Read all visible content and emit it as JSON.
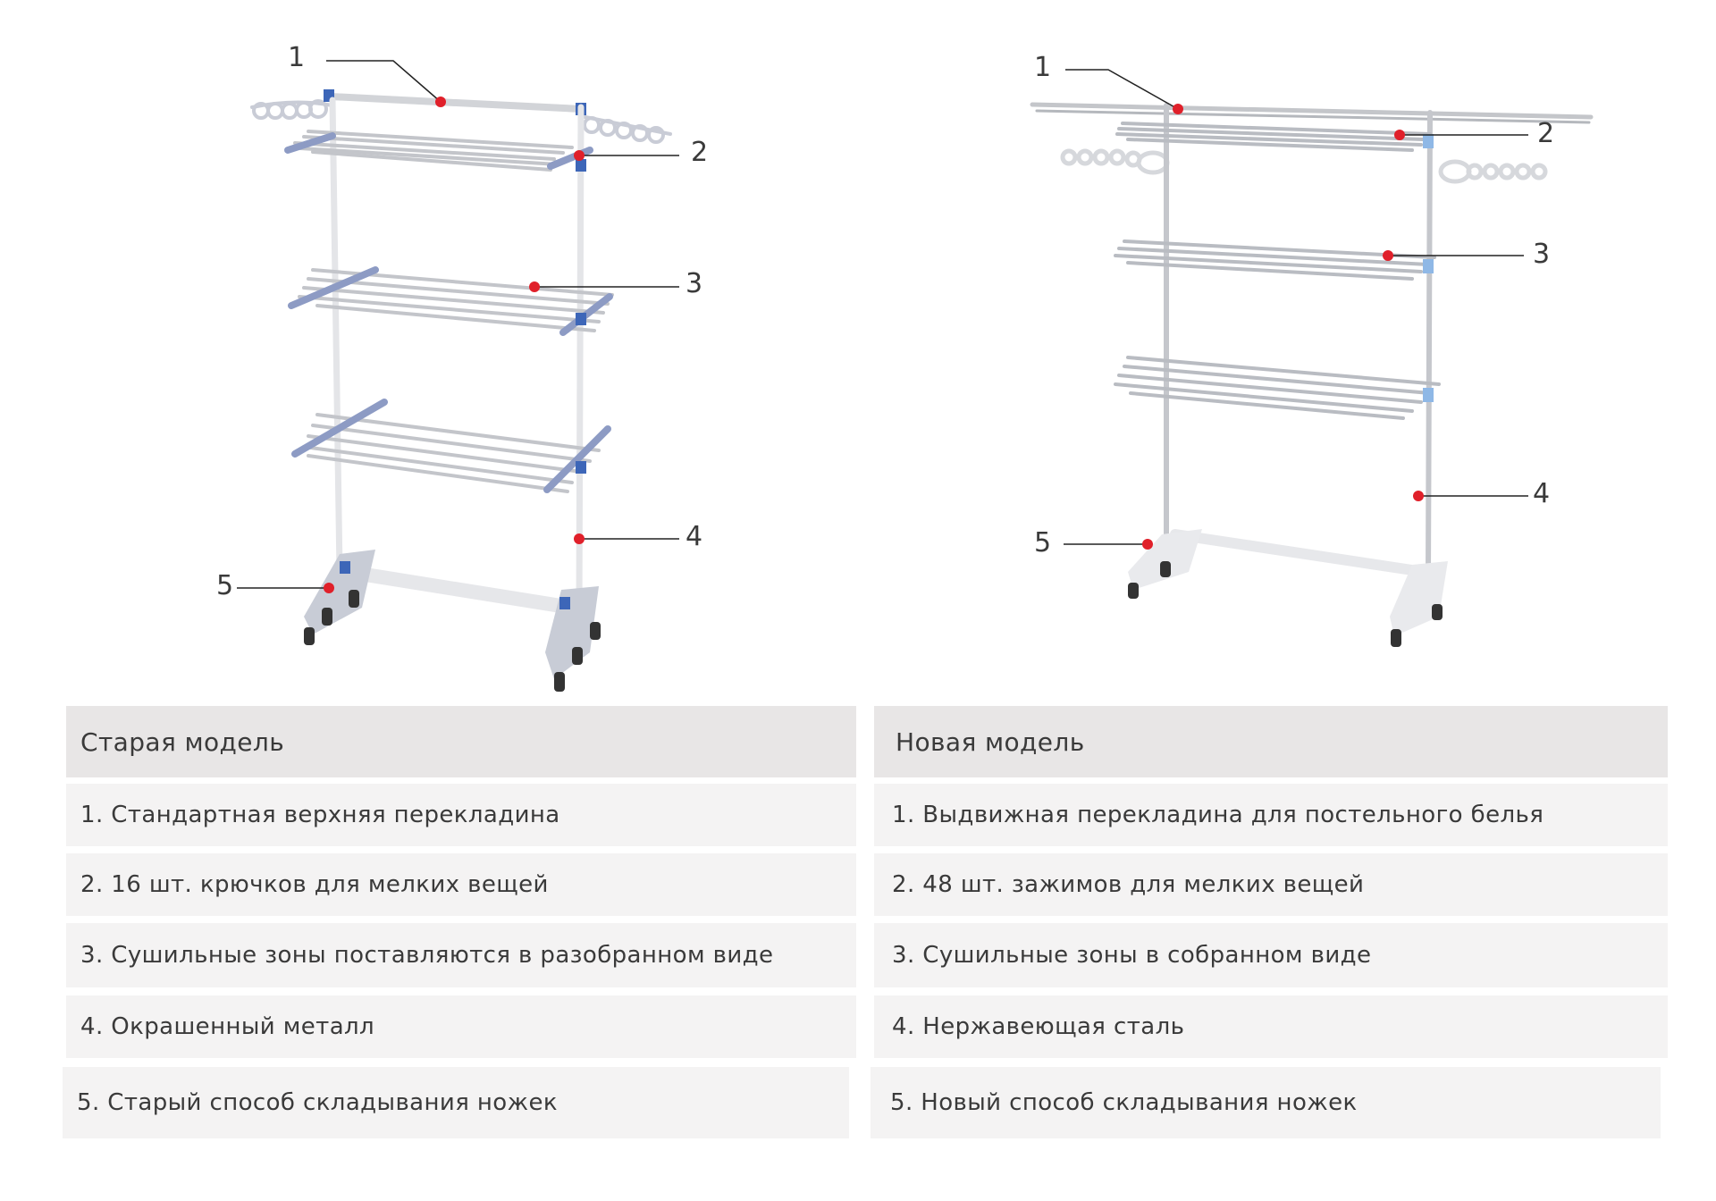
{
  "callouts": [
    "1",
    "2",
    "3",
    "4",
    "5"
  ],
  "colors": {
    "marker": "#e0202a",
    "header_bg": "#e8e6e6",
    "row_bg": "#f4f3f3",
    "text": "#3a3a3a"
  },
  "left_table": {
    "header": "Старая модель",
    "rows": [
      "1. Стандартная верхняя перекладина",
      "2. 16 шт. крючков для мелких вещей",
      "3. Сушильные зоны поставляются в разобранном виде",
      "4. Окрашенный металл",
      "5. Старый способ складывания ножек"
    ]
  },
  "right_table": {
    "header": "Новая модель",
    "rows": [
      "1. Выдвижная перекладина для постельного белья",
      "2. 48 шт. зажимов для мелких вещей",
      "3. Сушильные зоны в собранном виде",
      "4. Нержавеющая сталь",
      "5. Новый способ складывания ножек"
    ]
  }
}
